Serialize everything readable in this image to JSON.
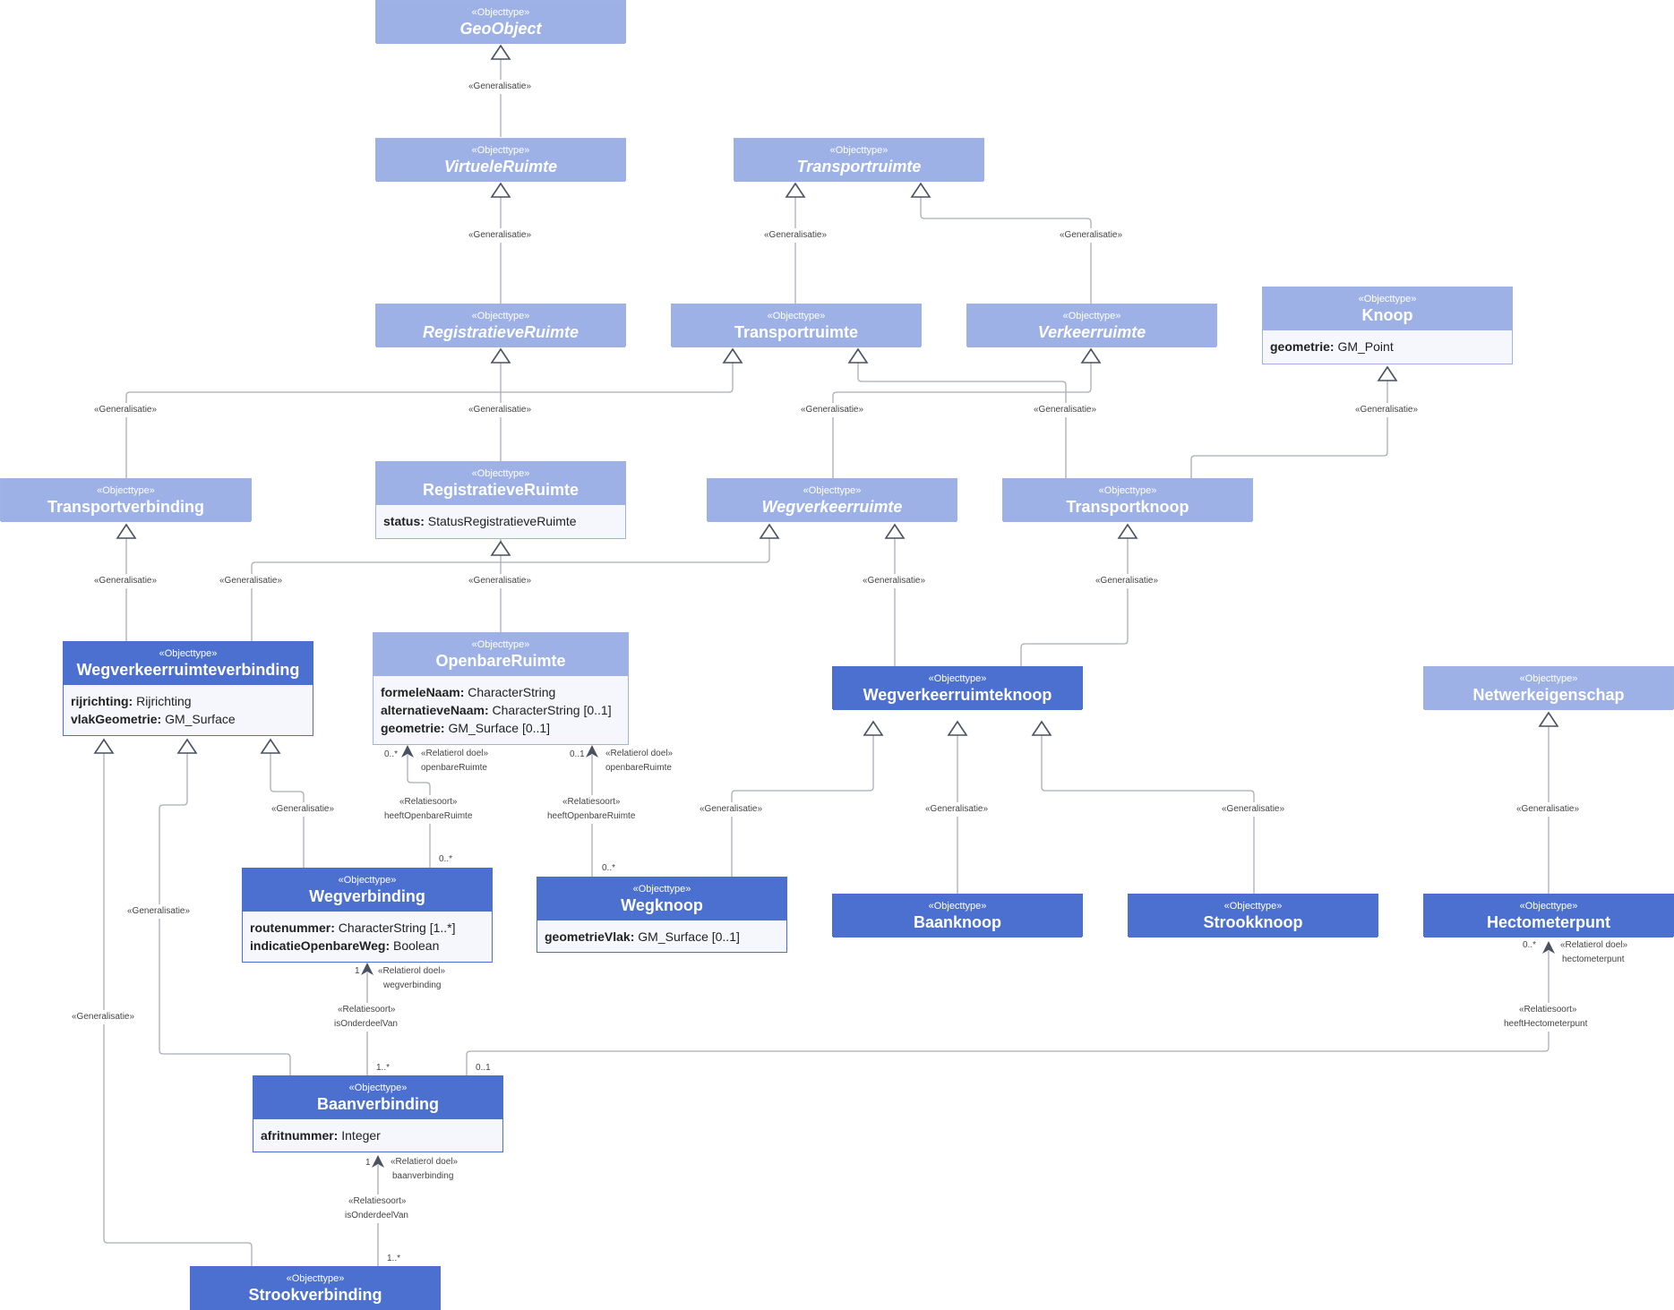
{
  "classes": {
    "geoobject": {
      "stereotype": "«Objecttype»",
      "name": "GeoObject",
      "attrs": []
    },
    "virtueleruimte": {
      "stereotype": "«Objecttype»",
      "name": "VirtueleRuimte",
      "attrs": []
    },
    "transportruimte_abs": {
      "stereotype": "«Objecttype»",
      "name": "Transportruimte",
      "attrs": []
    },
    "registratieveruimte_abs": {
      "stereotype": "«Objecttype»",
      "name": "RegistratieveRuimte",
      "attrs": []
    },
    "transportruimte": {
      "stereotype": "«Objecttype»",
      "name": "Transportruimte",
      "attrs": []
    },
    "verkeerruimte": {
      "stereotype": "«Objecttype»",
      "name": "Verkeerruimte",
      "attrs": []
    },
    "knoop": {
      "stereotype": "«Objecttype»",
      "name": "Knoop",
      "attrs": [
        {
          "name": "geometrie:",
          "type": "GM_Point"
        }
      ]
    },
    "transportverbinding": {
      "stereotype": "«Objecttype»",
      "name": "Transportverbinding",
      "attrs": []
    },
    "registratieveruimte": {
      "stereotype": "«Objecttype»",
      "name": "RegistratieveRuimte",
      "attrs": [
        {
          "name": "status:",
          "type": "StatusRegistratieveRuimte"
        }
      ]
    },
    "wegverkeerruimte": {
      "stereotype": "«Objecttype»",
      "name": "Wegverkeerruimte",
      "attrs": []
    },
    "transportknoop": {
      "stereotype": "«Objecttype»",
      "name": "Transportknoop",
      "attrs": []
    },
    "wegverkeerruimteverbinding": {
      "stereotype": "«Objecttype»",
      "name": "Wegverkeerruimteverbinding",
      "attrs": [
        {
          "name": "rijrichting:",
          "type": "Rijrichting"
        },
        {
          "name": "vlakGeometrie:",
          "type": "GM_Surface"
        }
      ]
    },
    "openbareruimte": {
      "stereotype": "«Objecttype»",
      "name": "OpenbareRuimte",
      "attrs": [
        {
          "name": "formeleNaam:",
          "type": "CharacterString"
        },
        {
          "name": "alternatieveNaam:",
          "type": "CharacterString [0..1]"
        },
        {
          "name": "geometrie:",
          "type": "GM_Surface [0..1]"
        }
      ]
    },
    "wegverkeerruimteknoop": {
      "stereotype": "«Objecttype»",
      "name": "Wegverkeerruimteknoop",
      "attrs": []
    },
    "netwerkeigenschap": {
      "stereotype": "«Objecttype»",
      "name": "Netwerkeigenschap",
      "attrs": []
    },
    "wegverbinding": {
      "stereotype": "«Objecttype»",
      "name": "Wegverbinding",
      "attrs": [
        {
          "name": "routenummer:",
          "type": "CharacterString [1..*]"
        },
        {
          "name": "indicatieOpenbareWeg:",
          "type": "Boolean"
        }
      ]
    },
    "wegknoop": {
      "stereotype": "«Objecttype»",
      "name": "Wegknoop",
      "attrs": [
        {
          "name": "geometrieVlak:",
          "type": "GM_Surface [0..1]"
        }
      ]
    },
    "baanknoop": {
      "stereotype": "«Objecttype»",
      "name": "Baanknoop",
      "attrs": []
    },
    "strookknoop": {
      "stereotype": "«Objecttype»",
      "name": "Strookknoop",
      "attrs": []
    },
    "hectometerpunt": {
      "stereotype": "«Objecttype»",
      "name": "Hectometerpunt",
      "attrs": []
    },
    "baanverbinding": {
      "stereotype": "«Objecttype»",
      "name": "Baanverbinding",
      "attrs": [
        {
          "name": "afritnummer:",
          "type": "Integer"
        }
      ]
    },
    "strookverbinding": {
      "stereotype": "«Objecttype»",
      "name": "Strookverbinding",
      "attrs": []
    }
  },
  "labels": {
    "generalisatie": "«Generalisatie»",
    "relatiesoort": "«Relatiesoort»",
    "relatierol_doel": "«Relatierol doel»"
  },
  "associations": {
    "or_left": {
      "role": "openbareRuimte",
      "name": "heeftOpenbareRuimte",
      "target_mult": "0..*",
      "source_mult": "0..*"
    },
    "or_right": {
      "role": "openbareRuimte",
      "name": "heeftOpenbareRuimte",
      "target_mult": "0..1",
      "source_mult": "0..*"
    },
    "wegverbinding": {
      "role": "wegverbinding",
      "name": "isOnderdeelVan",
      "target_mult": "1",
      "source_mult": "1..*"
    },
    "baanverbinding": {
      "role": "baanverbinding",
      "name": "isOnderdeelVan",
      "target_mult": "1",
      "source_mult": "1..*"
    },
    "hectometerpunt": {
      "role": "hectometerpunt",
      "name": "heeftHectometerpunt",
      "target_mult": "0..*",
      "source_mult": "0..1"
    }
  },
  "colors": {
    "abstract_header": "#9db1e6",
    "concrete_header": "#4c70cf",
    "line": "#9aa0a8",
    "arrow": "#4a5260"
  }
}
